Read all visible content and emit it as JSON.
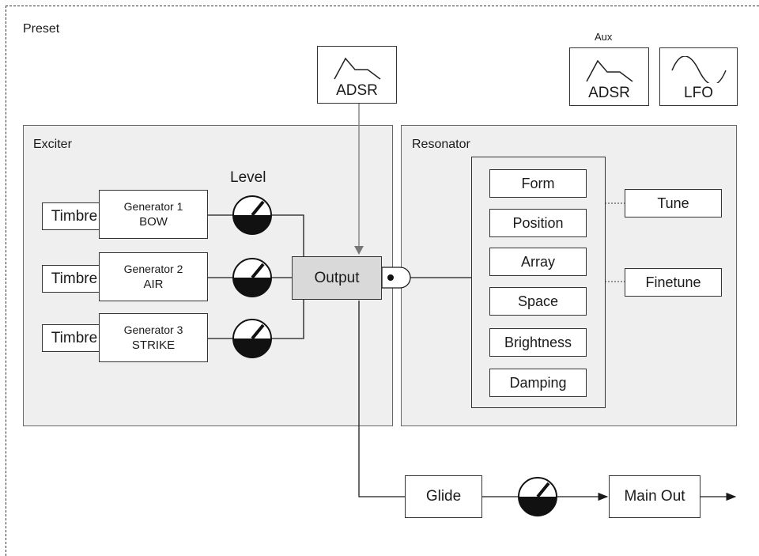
{
  "preset_label": "Preset",
  "aux_label": "Aux",
  "envelopes": {
    "main_adsr": "ADSR",
    "aux_adsr": "ADSR",
    "lfo": "LFO"
  },
  "exciter": {
    "title": "Exciter",
    "level_label": "Level",
    "generators": [
      {
        "timbre": "Timbre",
        "name": "Generator 1",
        "type": "BOW"
      },
      {
        "timbre": "Timbre",
        "name": "Generator 2",
        "type": "AIR"
      },
      {
        "timbre": "Timbre",
        "name": "Generator 3",
        "type": "STRIKE"
      }
    ],
    "output_label": "Output"
  },
  "resonator": {
    "title": "Resonator",
    "params": [
      "Form",
      "Position",
      "Array",
      "Space",
      "Brightness",
      "Damping"
    ],
    "tune_label": "Tune",
    "finetune_label": "Finetune"
  },
  "glide_label": "Glide",
  "main_out_label": "Main Out",
  "colors": {
    "panel_bg": "#efefef",
    "output_bg": "#d9d9d9",
    "knob_fill": "#111111",
    "wire": "#1a1a1a",
    "mod_wire": "#888888"
  }
}
